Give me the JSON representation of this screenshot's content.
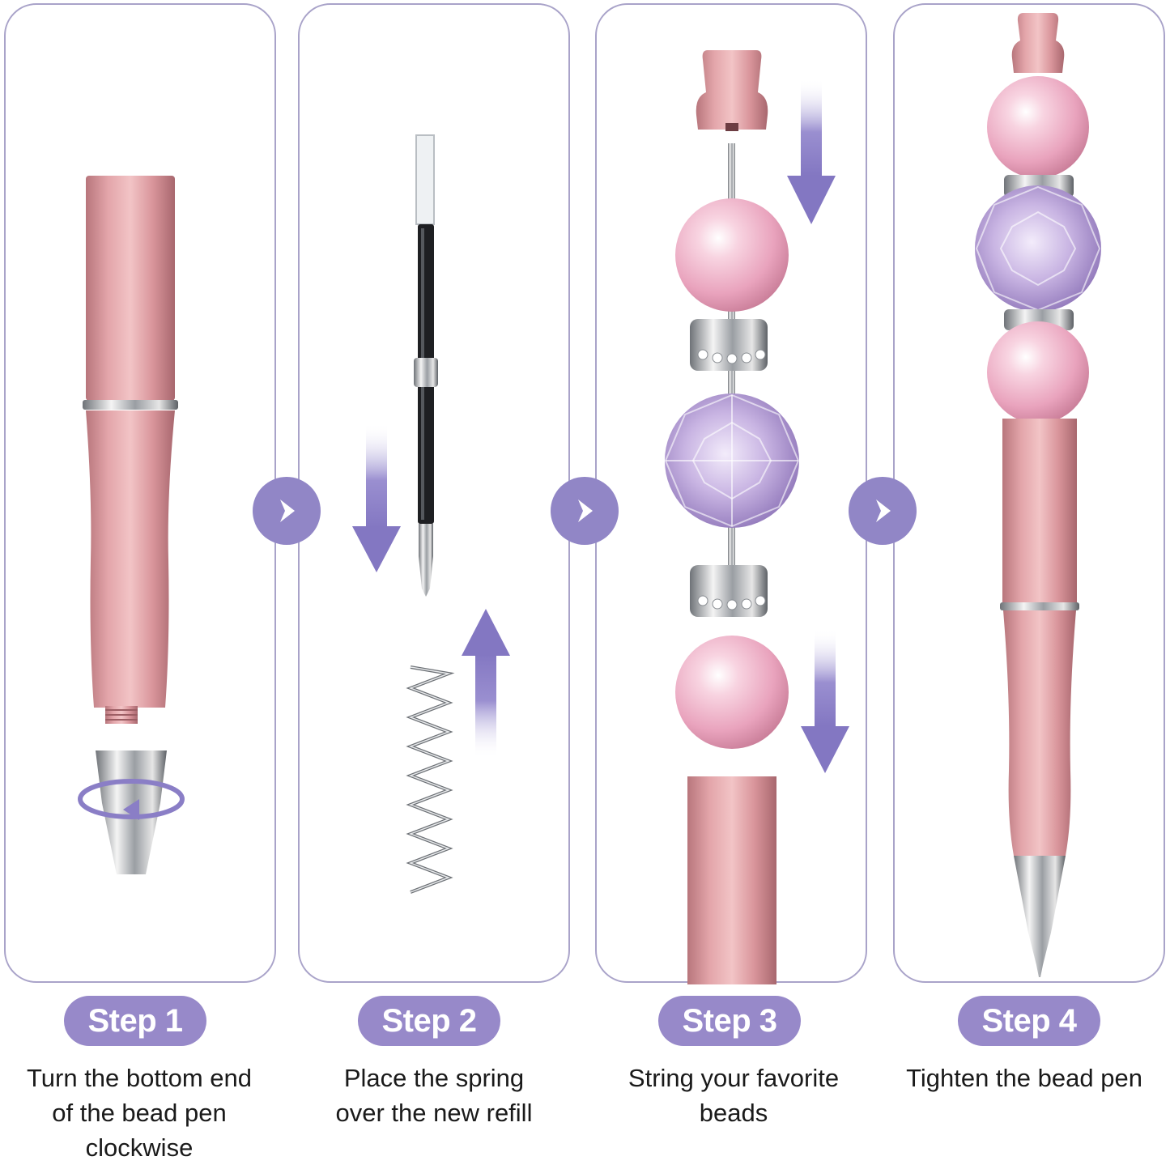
{
  "steps": [
    {
      "label": "Step 1",
      "caption": [
        "Turn the bottom end",
        "of the bead pen",
        "clockwise"
      ]
    },
    {
      "label": "Step 2",
      "caption": [
        "Place the spring",
        "over the new refill"
      ]
    },
    {
      "label": "Step 3",
      "caption": [
        "String your favorite",
        "beads"
      ]
    },
    {
      "label": "Step 4",
      "caption": [
        "Tighten the bead pen"
      ]
    }
  ],
  "colors": {
    "accent": "#9789c9",
    "panel_border": "#a9a3c9",
    "rose_gold": "#d99aa0",
    "pearl_pink": "#f0b8cc",
    "crystal_purple": "#b9a3d6"
  }
}
